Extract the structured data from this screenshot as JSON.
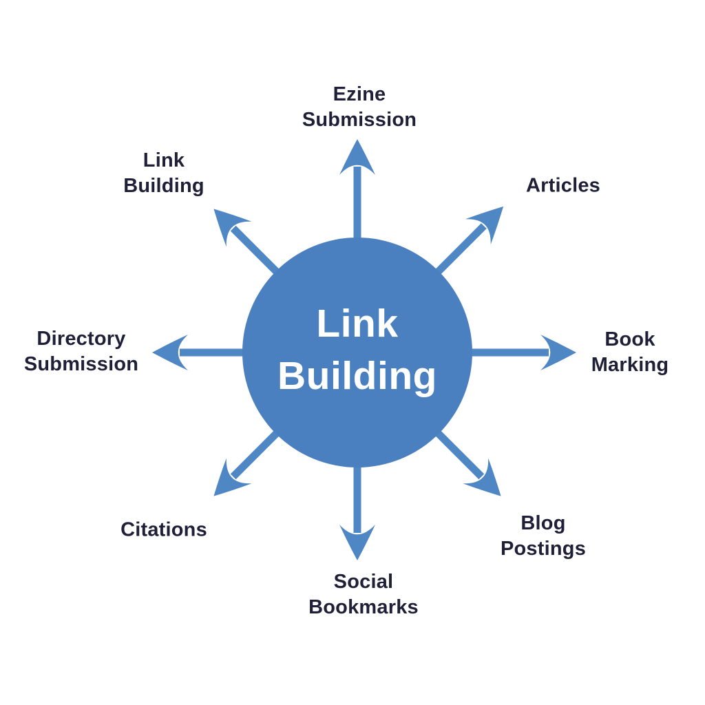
{
  "diagram": {
    "title": "Link Building",
    "center": {
      "label": "Link\nBuilding"
    },
    "colors": {
      "circle": "#4a80bf",
      "arrow": "#4f86c4",
      "label_text": "#1f2037",
      "center_text": "#ffffff",
      "background": "#ffffff"
    },
    "nodes": [
      {
        "id": "ezine-submission",
        "label": "Ezine\nSubmission",
        "direction": "up"
      },
      {
        "id": "articles",
        "label": "Articles",
        "direction": "up-right"
      },
      {
        "id": "book-marking",
        "label": "Book\nMarking",
        "direction": "right"
      },
      {
        "id": "blog-postings",
        "label": "Blog\nPostings",
        "direction": "down-right"
      },
      {
        "id": "social-bookmarks",
        "label": "Social\nBookmarks",
        "direction": "down"
      },
      {
        "id": "citations",
        "label": "Citations",
        "direction": "down-left"
      },
      {
        "id": "directory-submission",
        "label": "Directory\nSubmission",
        "direction": "left"
      },
      {
        "id": "link-building-node",
        "label": "Link\nBuilding",
        "direction": "up-left"
      }
    ]
  }
}
